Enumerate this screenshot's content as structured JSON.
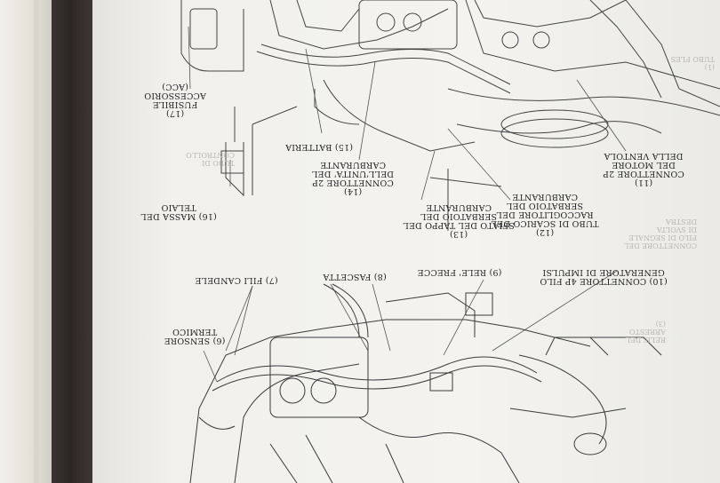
{
  "labels": {
    "l17": "(17)\nFUSIBILE\nACCESSORIO\n(ACC)",
    "l16": "(16) MASSA DEL\nTELAIO",
    "l15": "(15) BATTERIA",
    "l14": "(14)\nCONNETTORE 2P\nDELL'UNITA' DEL\nCARBURANTE",
    "l13": "(13)\nSFIATO DEL TAPPO DEL\nSERBATOIO DEL\nCARBURANTE",
    "l12": "(12)\nTUBO DI SCARICO DEL\nRACCOGLITORE DEL\nSERBATOIO DEL\nCARBURANTE",
    "l11": "(11)\nCONNETTORE 2P\nDEL MOTORE\nDELLA VENTOLA",
    "l10": "(10) CONNETTORE 4P FILO\nGENERATORE DI IMPULSI",
    "l9": "(9) RELE' FRECCE",
    "l8": "(8) FASCETTA",
    "l7": "(7) FILI CANDELE",
    "l6": "(6) SENSORE\nTERMICO"
  },
  "bleed_text": {
    "b1": "RELE' DEL\nARRESTO\n(3)",
    "b2": "CONNETTORE DEL\nFILO DI SEGNALE\nDI SVOLTA\nDESTRA",
    "b3": "TUBO DI\nCONTROLLO",
    "b4": "(1)\nTUBO FLES"
  }
}
